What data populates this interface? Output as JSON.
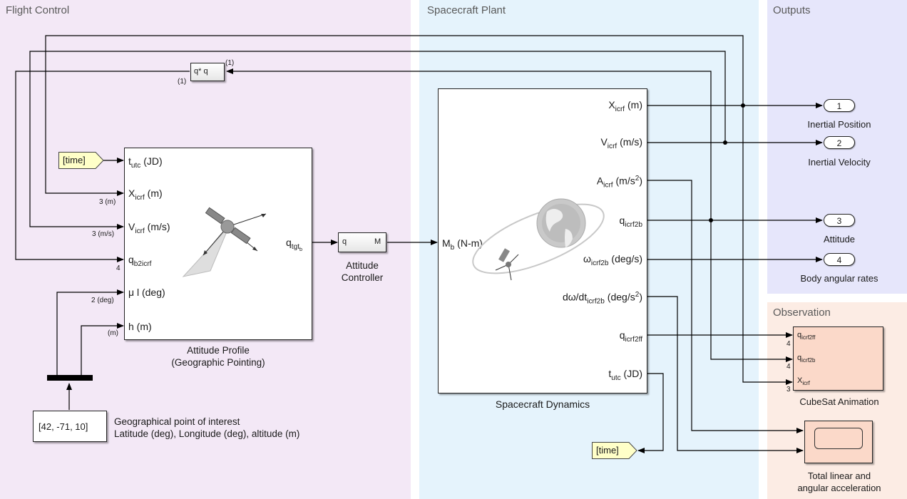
{
  "areas": {
    "flight_control": "Flight Control",
    "spacecraft_plant": "Spacecraft Plant",
    "outputs": "Outputs",
    "observation": "Observation"
  },
  "conj": {
    "label": "q* q",
    "in_dim": "(1)",
    "out_dim": "(1)"
  },
  "time_from": "[time]",
  "time_goto": "[time]",
  "profile": {
    "inputs": [
      {
        "base": "t",
        "sub": "utc",
        "rest": " (JD)",
        "dim": ""
      },
      {
        "base": "X",
        "sub": "icrf",
        "rest": " (m)",
        "dim": "3 (m)"
      },
      {
        "base": "V",
        "sub": "icrf",
        "rest": " (m/s)",
        "dim": "3 (m/s)"
      },
      {
        "base": "q",
        "sub": "b2icrf",
        "rest": "",
        "dim": "4"
      },
      {
        "base": "μ l (deg)",
        "sub": "",
        "rest": "",
        "dim": "2 (deg)"
      },
      {
        "base": "h (m)",
        "sub": "",
        "rest": "",
        "dim": "(m)"
      }
    ],
    "output": {
      "base": "q",
      "sub": "tgt",
      "subsub": "b"
    },
    "caption_line1": "Attitude Profile",
    "caption_line2": "(Geographic Pointing)"
  },
  "controller": {
    "in": "q",
    "out": "M",
    "caption_line1": "Attitude",
    "caption_line2": "Controller"
  },
  "dynamics": {
    "input": {
      "base": "M",
      "sub": "b",
      "rest": " (N-m)"
    },
    "outputs": [
      {
        "base": "X",
        "sub": "icrf",
        "rest": " (m)",
        "sup": ""
      },
      {
        "base": "V",
        "sub": "icrf",
        "rest": " (m/s)",
        "sup": ""
      },
      {
        "base": "A",
        "sub": "icrf",
        "rest": " (m/s",
        "sup": "2",
        "tail": ")"
      },
      {
        "base": "q",
        "sub": "icrf2b",
        "rest": "",
        "sup": ""
      },
      {
        "base": "ω",
        "sub": "icrf2b",
        "rest": " (deg/s)",
        "sup": ""
      },
      {
        "base": "dω/dt",
        "sub": "icrf2b",
        "rest": " (deg/s",
        "sup": "2",
        "tail": ")"
      },
      {
        "base": "q",
        "sub": "icrf2ff",
        "rest": "",
        "sup": ""
      },
      {
        "base": "t",
        "sub": "utc",
        "rest": " (JD)",
        "sup": ""
      }
    ],
    "caption": "Spacecraft Dynamics"
  },
  "outports": [
    {
      "num": "1",
      "label": "Inertial Position"
    },
    {
      "num": "2",
      "label": "Inertial Velocity"
    },
    {
      "num": "3",
      "label": "Attitude"
    },
    {
      "num": "4",
      "label": "Body angular rates"
    }
  ],
  "animation": {
    "inputs": [
      {
        "base": "q",
        "sub": "icrf2ff",
        "dim": "4"
      },
      {
        "base": "q",
        "sub": "icrf2b",
        "dim": "4"
      },
      {
        "base": "X",
        "sub": "icrf",
        "dim": "3"
      }
    ],
    "caption": "CubeSat Animation"
  },
  "scope": {
    "caption_line1": "Total linear and",
    "caption_line2": "angular acceleration"
  },
  "constant": {
    "value": "[42, -71, 10]",
    "note_line1": "Geographical point of interest",
    "note_line2": "Latitude (deg), Longitude (deg), altitude (m)"
  },
  "colors": {
    "flight_control": "#f3e8f6",
    "spacecraft_plant": "#e5f3fc",
    "outputs": "#e6e6fb",
    "observation": "#fcece4",
    "goto": "#ffffc8",
    "peach": "#fbd9c9"
  }
}
